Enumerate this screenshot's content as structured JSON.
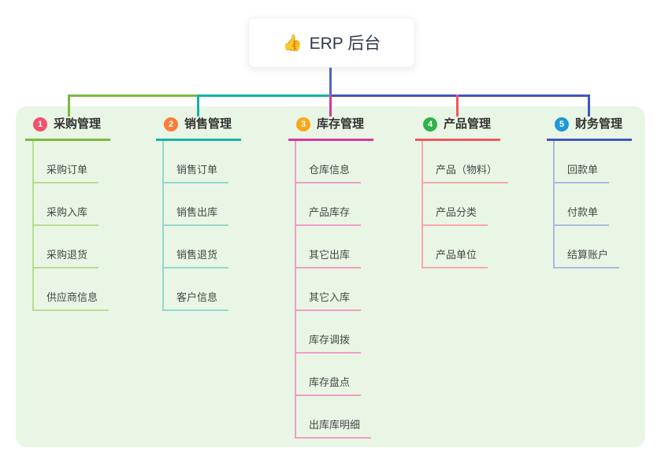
{
  "root": {
    "icon": "👍",
    "title": "ERP 后台"
  },
  "branches": [
    {
      "num": "1",
      "label": "采购管理",
      "badge_color": "#f4516c",
      "line_color": "#7cb93e",
      "child_line_color": "#b9dc92",
      "children": [
        "采购订单",
        "采购入库",
        "采购退货",
        "供应商信息"
      ]
    },
    {
      "num": "2",
      "label": "销售管理",
      "badge_color": "#fb7c3c",
      "line_color": "#13b3a6",
      "child_line_color": "#93d8cf",
      "children": [
        "销售订单",
        "销售出库",
        "销售退货",
        "客户信息"
      ]
    },
    {
      "num": "3",
      "label": "库存管理",
      "badge_color": "#f9a61b",
      "line_color": "#d6379e",
      "child_line_color": "#f09dc8",
      "children": [
        "仓库信息",
        "产品库存",
        "其它出库",
        "其它入库",
        "库存调拨",
        "库存盘点",
        "出库库明细"
      ]
    },
    {
      "num": "4",
      "label": "产品管理",
      "badge_color": "#2fb34c",
      "line_color": "#f2565e",
      "child_line_color": "#f8a8aa",
      "children": [
        "产品（物料）",
        "产品分类",
        "产品单位"
      ]
    },
    {
      "num": "5",
      "label": "财务管理",
      "badge_color": "#1f98d7",
      "line_color": "#4156c1",
      "child_line_color": "#aab9e4",
      "children": [
        "回款单",
        "付款单",
        "结算账户"
      ]
    }
  ],
  "connectors": {
    "trunk": "#5364c6",
    "green": "#7cb93e",
    "teal": "#13b3a6",
    "magenta": "#d6379e",
    "red": "#f2565e",
    "blue": "#4156c1"
  },
  "colors": {
    "canvas_bg": "#e9f6e5",
    "page_bg": "#ffffff",
    "title_color": "#2f3a4a",
    "label_color": "#333333",
    "child_color": "#474747"
  }
}
